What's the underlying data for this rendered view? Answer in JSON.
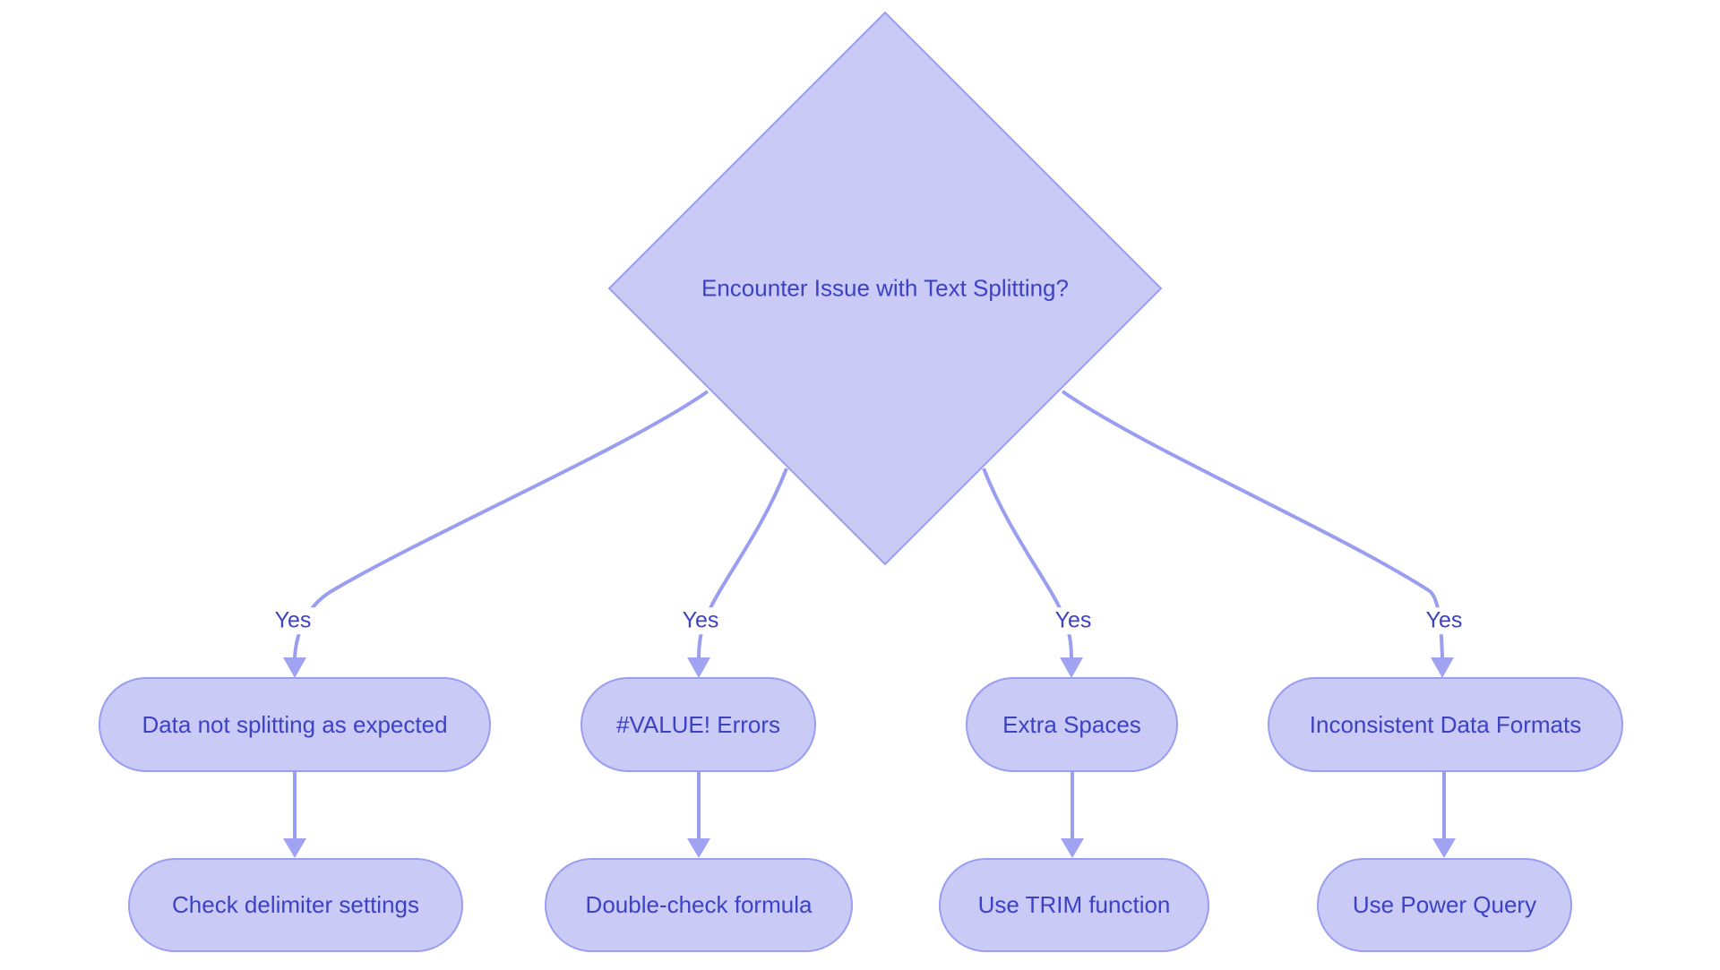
{
  "palette": {
    "background": "#ffffff",
    "node_fill": "#c9caf5",
    "node_border": "#9a9ef0",
    "edge_color": "#9a9ef0",
    "arrow_fill": "#9fa3f2",
    "text_color": "#3d41c4"
  },
  "diagram": {
    "type": "decision-flowchart",
    "decision": {
      "shape": "diamond",
      "label": "Encounter Issue with Text Splitting?"
    },
    "branches": [
      {
        "condition": "Yes",
        "issue": "Data not splitting as expected",
        "action": "Check delimiter settings"
      },
      {
        "condition": "Yes",
        "issue": "#VALUE! Errors",
        "action": "Double-check formula"
      },
      {
        "condition": "Yes",
        "issue": "Extra Spaces",
        "action": "Use TRIM function"
      },
      {
        "condition": "Yes",
        "issue": "Inconsistent Data Formats",
        "action": "Use Power Query"
      }
    ]
  }
}
